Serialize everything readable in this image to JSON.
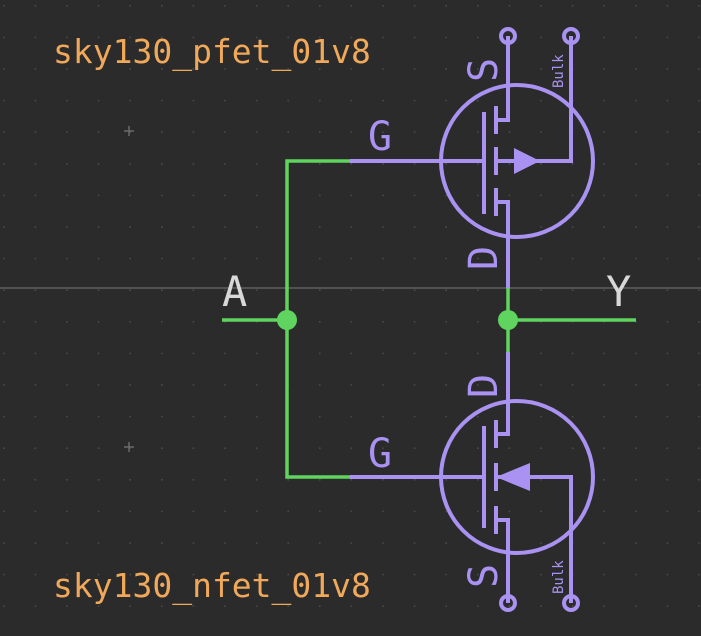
{
  "colors": {
    "background": "#2b2b2b",
    "grid": "#4a4a4a",
    "wire": "#5fd45f",
    "symbol": "#a992f2",
    "device_label": "#f0a85a",
    "port_label": "#d8d8d8"
  },
  "devices": {
    "pmos": {
      "name": "sky130_pfet_01v8",
      "gate": "G",
      "source": "S",
      "drain": "D",
      "bulk": "Bulk"
    },
    "nmos": {
      "name": "sky130_nfet_01v8",
      "gate": "G",
      "source": "S",
      "drain": "D",
      "bulk": "Bulk"
    }
  },
  "ports": {
    "input": "A",
    "output": "Y"
  }
}
